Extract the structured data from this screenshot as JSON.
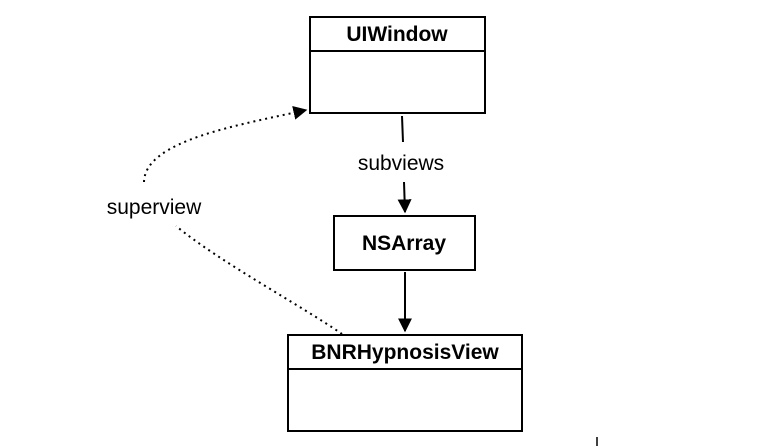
{
  "diagram": {
    "classes": {
      "uiwindow": {
        "name": "UIWindow"
      },
      "nsarray": {
        "name": "NSArray"
      },
      "hypnosis_view": {
        "name": "BNRHypnosisView"
      }
    },
    "edges": {
      "subviews": {
        "label": "subviews"
      },
      "superview": {
        "label": "superview"
      }
    }
  }
}
